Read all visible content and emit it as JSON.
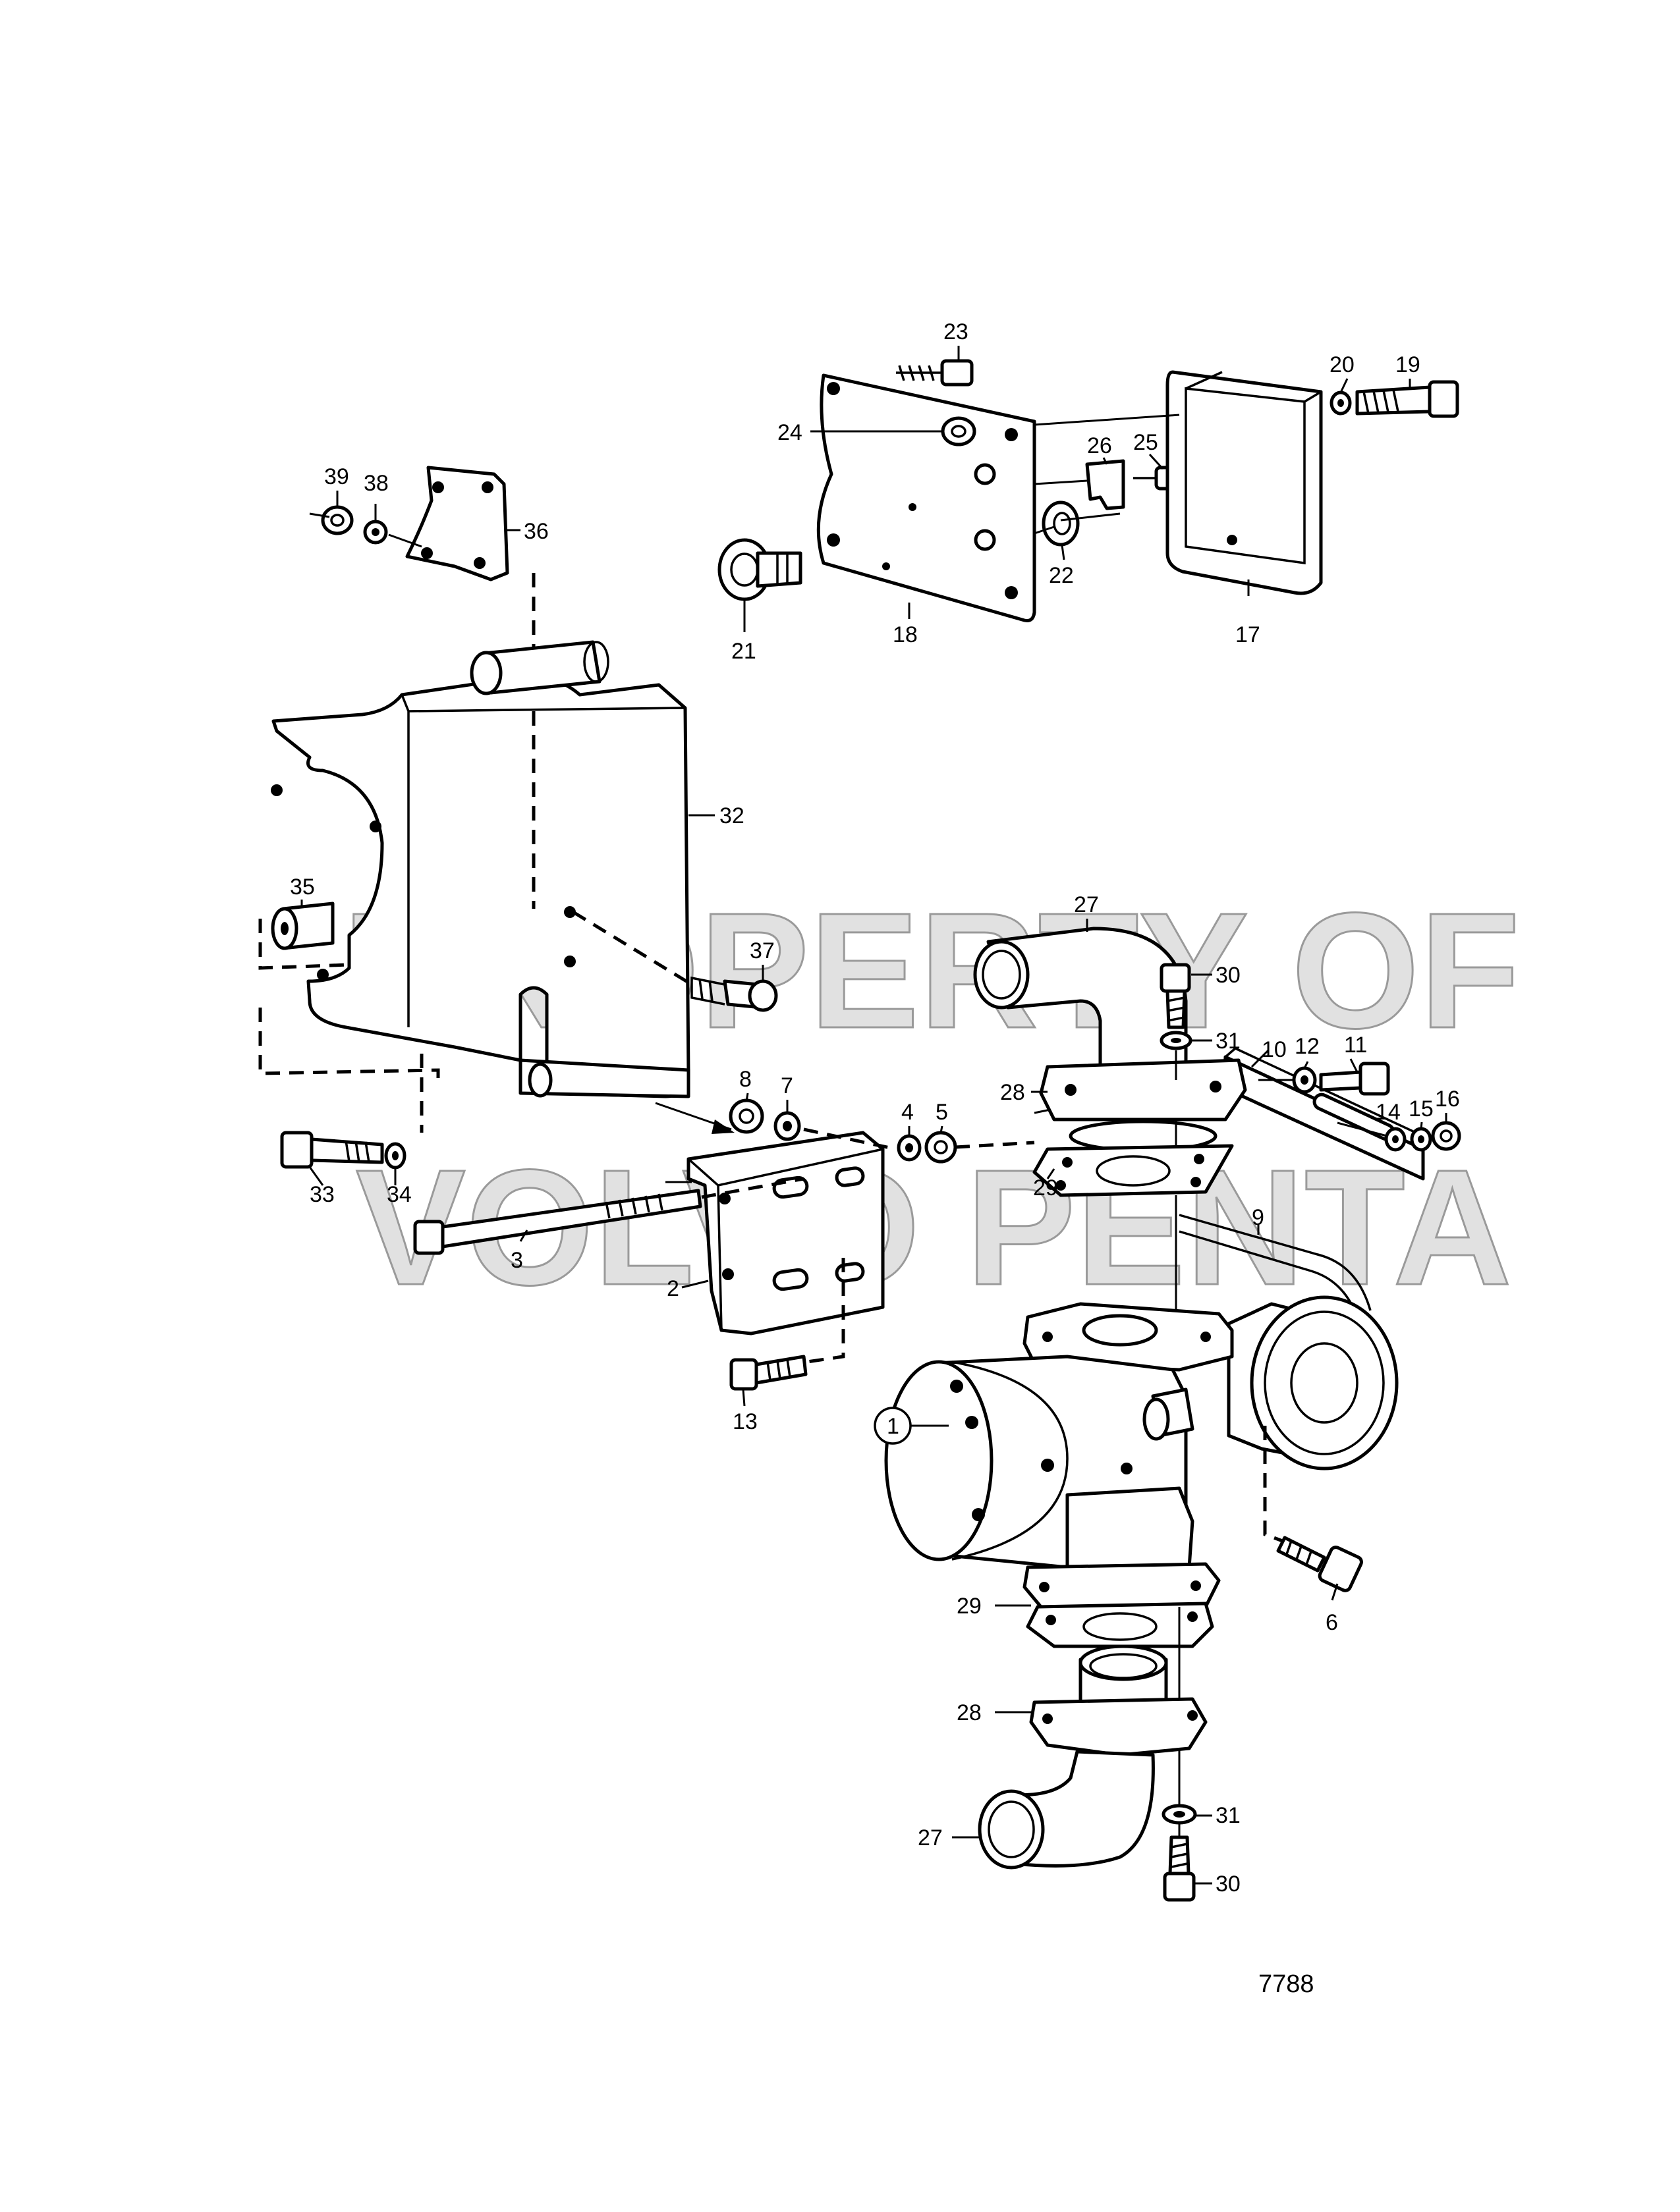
{
  "watermark": {
    "line1": "PROPERTY OF",
    "line2": "VOLVO PENTA"
  },
  "figure_number": "7788",
  "part_labels": {
    "p1": "1",
    "p2": "2",
    "p3": "3",
    "p4": "4",
    "p5": "5",
    "p6": "6",
    "p7": "7",
    "p8": "8",
    "p9": "9",
    "p10": "10",
    "p11": "11",
    "p12": "12",
    "p13": "13",
    "p14": "14",
    "p15": "15",
    "p16": "16",
    "p17": "17",
    "p18": "18",
    "p19": "19",
    "p20": "20",
    "p21": "21",
    "p22": "22",
    "p23": "23",
    "p24": "24",
    "p25": "25",
    "p26": "26",
    "p27": "27",
    "p28": "28",
    "p29": "29",
    "p30": "30",
    "p31": "31",
    "p32": "32",
    "p33": "33",
    "p34": "34",
    "p35": "35",
    "p36": "36",
    "p37": "37",
    "p38": "38",
    "p39": "39"
  }
}
